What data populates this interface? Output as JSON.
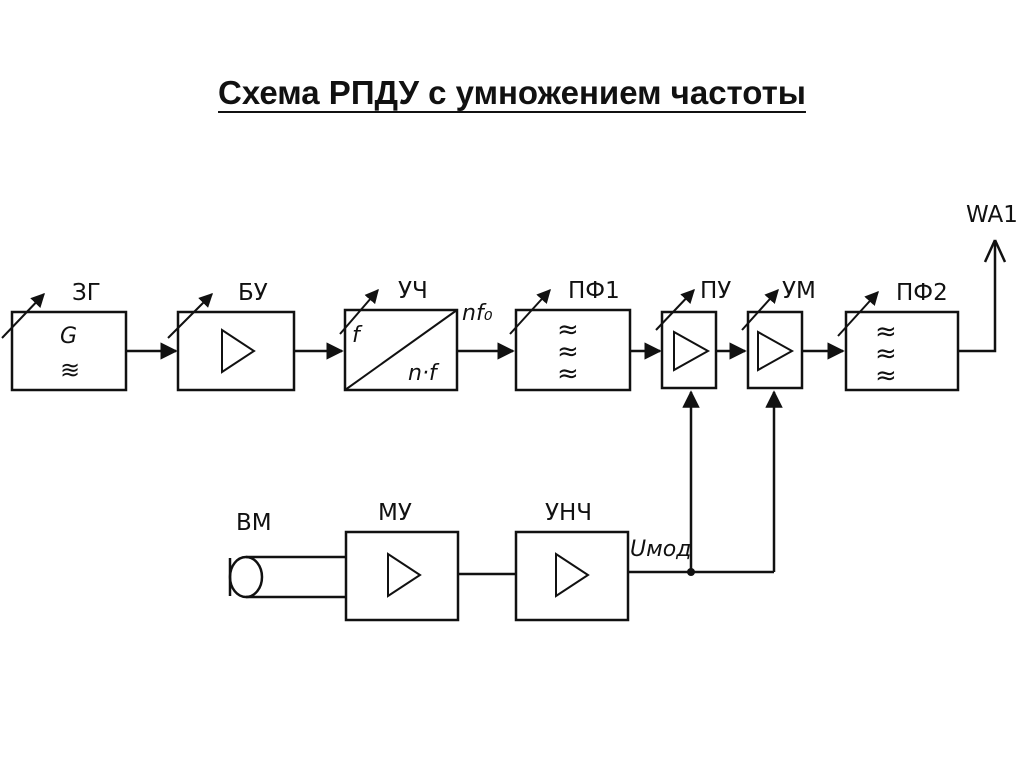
{
  "title": "Схема РПДУ с умножением частоты",
  "blocks": {
    "master_oscillator": {
      "label": "ЗГ",
      "symbol": "G",
      "wave_symbol": "≋"
    },
    "buffer_amp": {
      "label": "БУ"
    },
    "freq_multiplier": {
      "label": "УЧ",
      "input": "f",
      "output": "n·f"
    },
    "filter_1": {
      "label": "ПФ1",
      "symbol": "≈"
    },
    "pre_amp": {
      "label": "ПУ"
    },
    "power_amp": {
      "label": "УМ"
    },
    "filter_2": {
      "label": "ПФ2",
      "symbol": "≈"
    },
    "antenna": {
      "label": "WA1"
    },
    "microphone": {
      "label": "ВМ"
    },
    "mic_amp": {
      "label": "МУ"
    },
    "lf_amp": {
      "label": "УНЧ"
    }
  },
  "signals": {
    "nf0": "nf₀",
    "u_mod": "Uмод"
  }
}
